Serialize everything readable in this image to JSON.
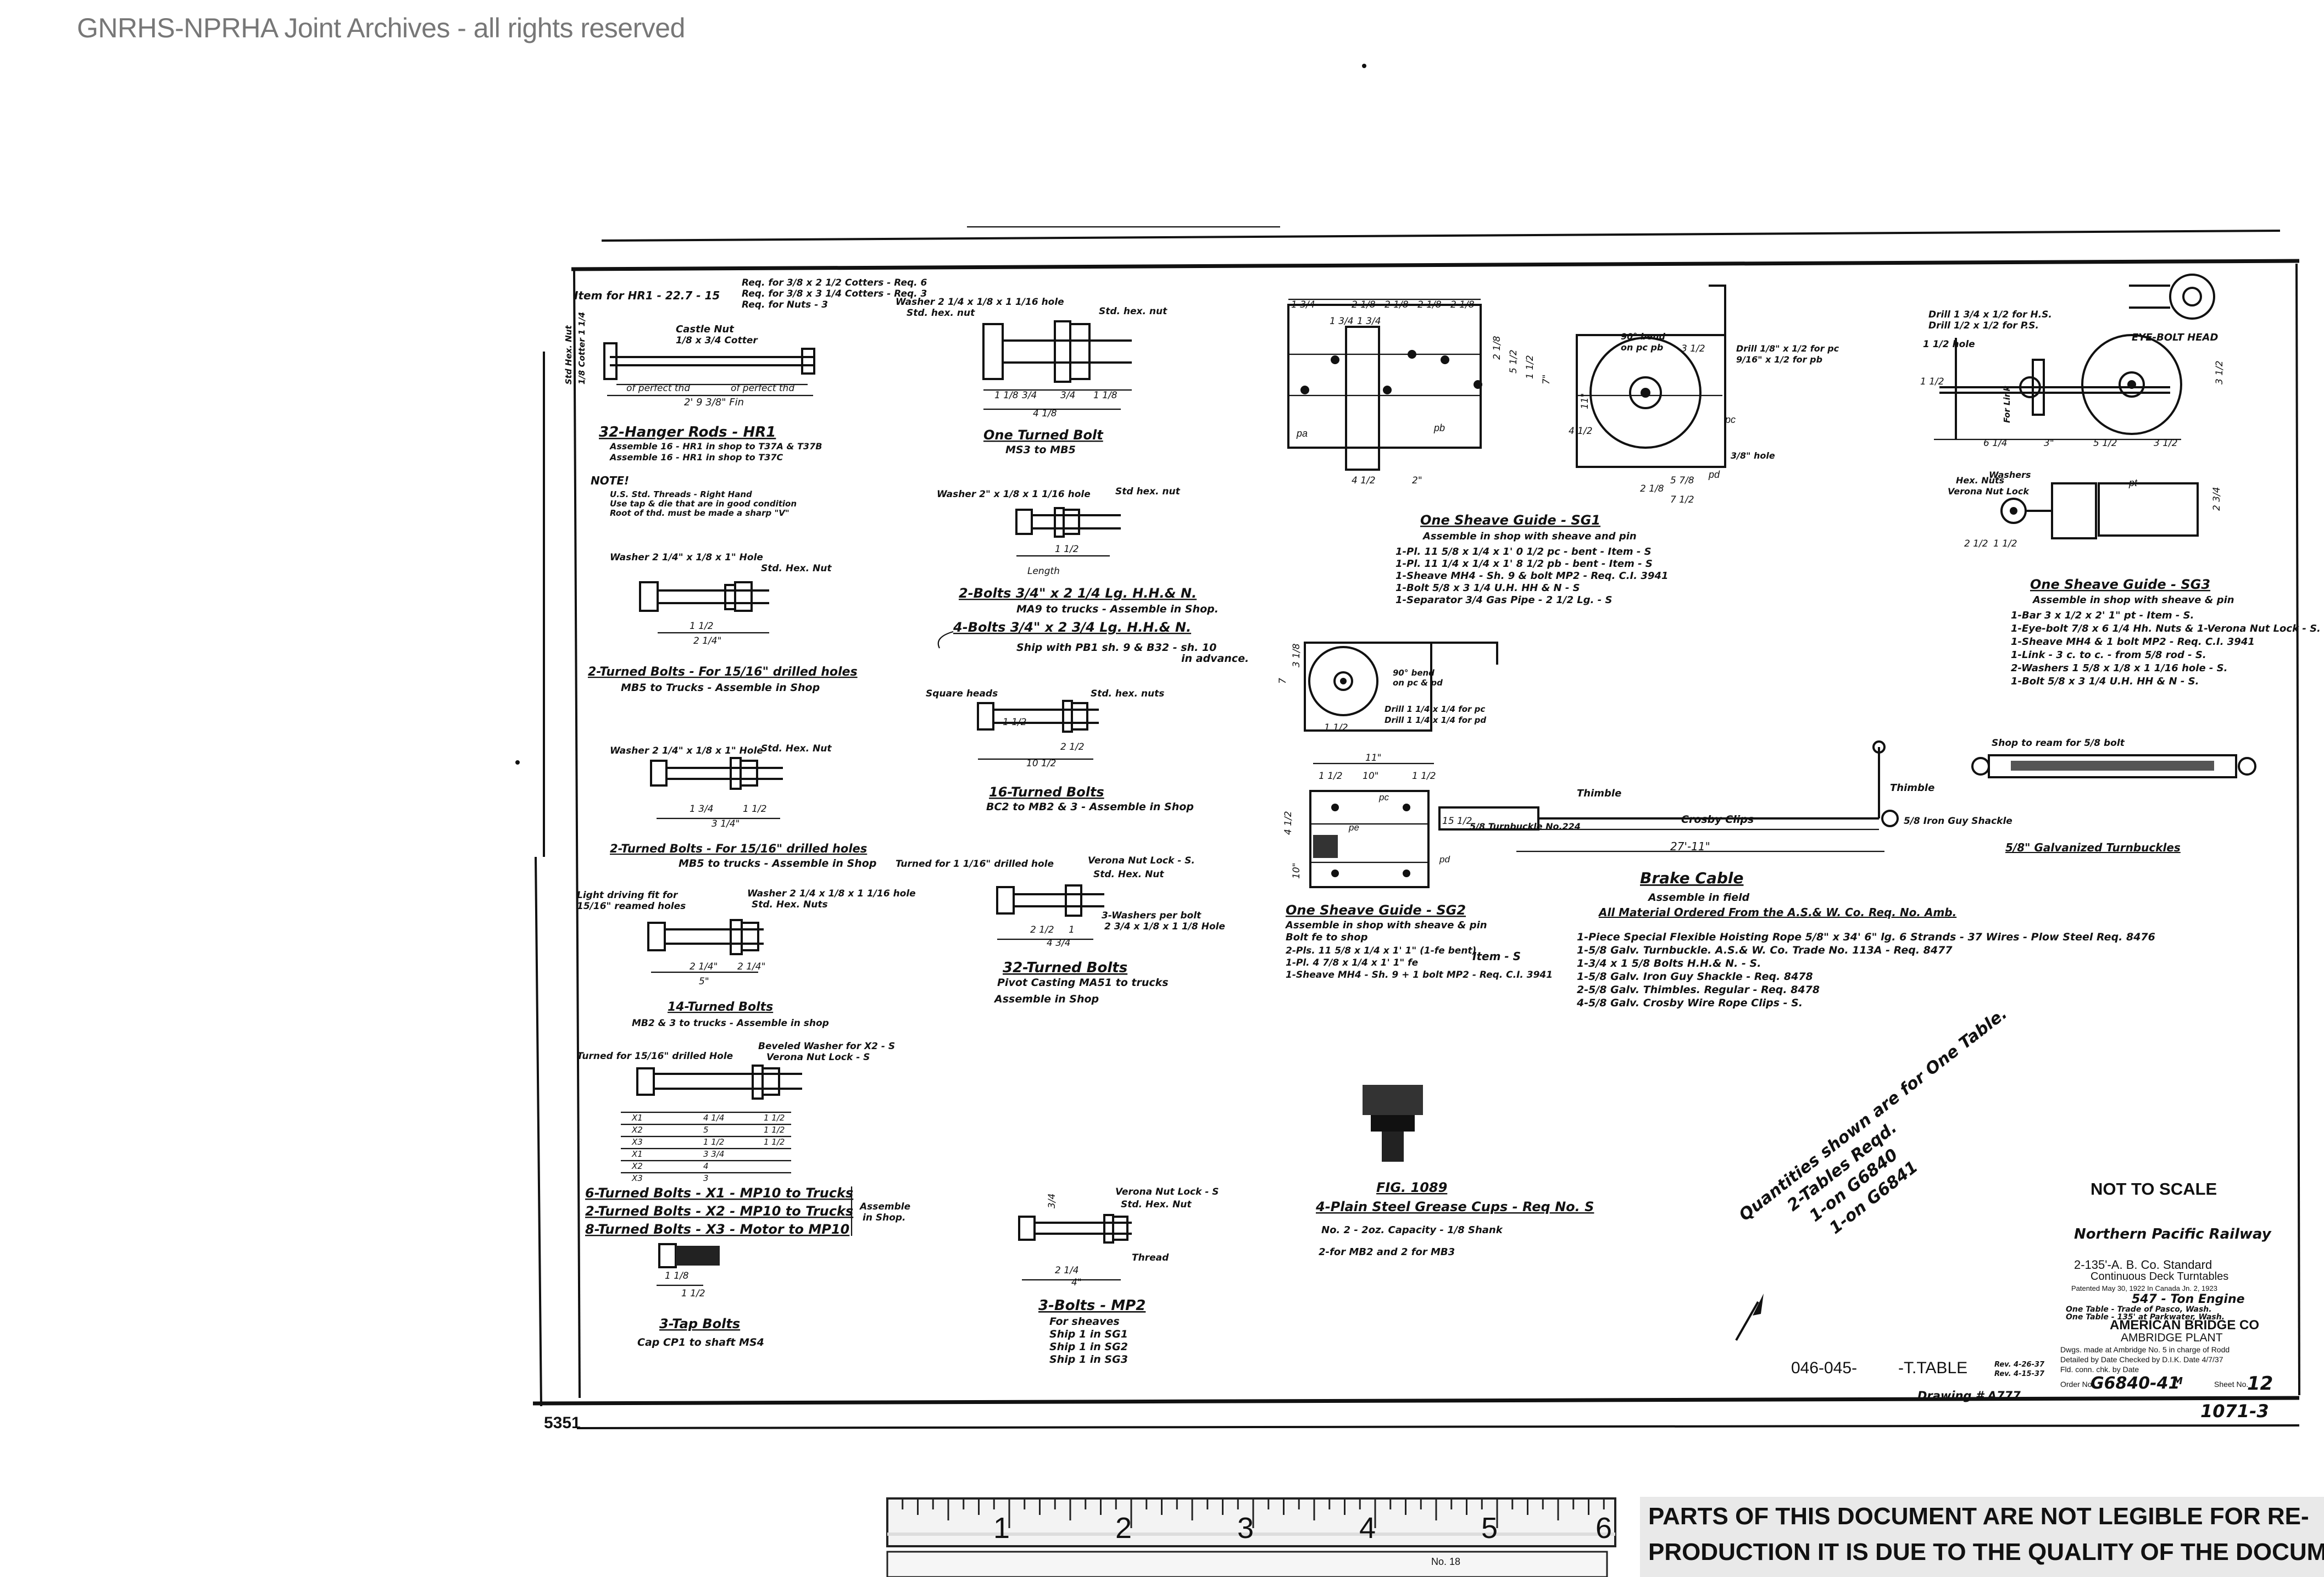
{
  "watermark": "GNRHS-NPRHA Joint Archives - all rights reserved",
  "col1": {
    "hanger": {
      "item": "Item for HR1 - 22.7 - 15",
      "note_req": [
        "Req. for 3/8 x 2 1/2 Cotters - Req. 6",
        "Req. for 3/8 x 3 1/4 Cotters - Req. 3",
        "Req. for Nuts - 3"
      ],
      "castle_nut": "Castle Nut",
      "cotter": "1/8 x 3/4 Cotter",
      "perfect1": "of perfect thd",
      "perfect2": "of perfect thd",
      "fin": "2' 9 3/8\" Fin",
      "side1": "Std Hex. Nut",
      "side2": "1/8 Cotter 1 1/4",
      "title": "32-Hanger Rods - HR1",
      "sub1": "Assemble 16 - HR1 in shop to T37A & T37B",
      "sub2": "Assemble 16 - HR1 in shop to T37C"
    },
    "note": {
      "head": "NOTE!",
      "l1": "U.S. Std. Threads - Right Hand",
      "l2": "Use tap & die that are in good condition",
      "l3": "Root of thd. must be made a sharp \"V\""
    },
    "b2a": {
      "washer": "Washer 2 1/4\" x 1/8 x 1\" Hole",
      "nut": "Std. Hex. Nut",
      "d1": "1 1/2",
      "d2": "2 1/4\"",
      "title": "2-Turned Bolts - For 15/16\" drilled holes",
      "sub": "MB5 to Trucks - Assemble in Shop"
    },
    "b2b": {
      "washer": "Washer 2 1/4\" x 1/8 x 1\" Hole",
      "nut": "Std. Hex. Nut",
      "d1": "1 3/4",
      "d2": "1 1/2",
      "d3": "3 1/4\"",
      "title": "2-Turned Bolts - For 15/16\" drilled holes",
      "sub": "MB5 to trucks - Assemble in Shop"
    },
    "b14": {
      "fit": "Light driving fit for",
      "fit2": "15/16\" reamed holes",
      "washer": "Washer 2 1/4 x 1/8 x 1 1/16 hole",
      "nut": "Std. Hex. Nuts",
      "d1": "2 1/4\"",
      "d2": "2 1/4\"",
      "d3": "5\"",
      "title": "14-Turned Bolts",
      "sub": "MB2 & 3 to trucks - Assemble in shop"
    },
    "bX": {
      "turned": "Turned for 15/16\" drilled Hole",
      "bev": "Beveled Washer for X2 - S",
      "ver": "Verona Nut Lock - S",
      "rows": [
        [
          "X1",
          "4 1/4",
          "1 1/2"
        ],
        [
          "X2",
          "5",
          "1 1/2"
        ],
        [
          "X3",
          "1 1/2",
          "1 1/2"
        ],
        [
          "X1",
          "3 3/4",
          ""
        ],
        [
          "X2",
          "4",
          ""
        ],
        [
          "X3",
          "3",
          ""
        ]
      ],
      "t1": "6-Turned Bolts - X1 - MP10 to Trucks",
      "t2": "2-Turned Bolts - X2 - MP10 to Trucks",
      "t3": "8-Turned Bolts - X3 - Motor to MP10",
      "assemble": "Assemble",
      "inshop": "in Shop."
    },
    "tap": {
      "d1": "1 1/8",
      "d2": "1 1/2",
      "title": "3-Tap Bolts",
      "sub": "Cap CP1 to shaft MS4"
    }
  },
  "col2": {
    "one": {
      "washer": "Washer 2 1/4 x 1/8 x 1 1/16 hole",
      "std": "Std. hex. nut",
      "std2": "Std. hex. nut",
      "d1": "1 1/8",
      "d2": "3/4",
      "d3": "3/4",
      "d4": "1 1/8",
      "d5": "4 1/8",
      "title": "One Turned Bolt",
      "sub": "MS3 to MB5"
    },
    "hhn": {
      "washer": "Washer 2\" x 1/8 x 1 1/16 hole",
      "nut": "Std hex. nut",
      "d1": "1 1/2",
      "d2": "Length",
      "t1": "2-Bolts 3/4\" x 2 1/4 Lg. H.H.& N.",
      "s1": "MA9 to trucks - Assemble in Shop.",
      "t2": "4-Bolts 3/4\" x 2 3/4 Lg. H.H.& N.",
      "s2": "Ship with PB1 sh. 9 & B32 - sh. 10",
      "s3": "in advance."
    },
    "b16": {
      "sq": "Square heads",
      "nuts": "Std. hex. nuts",
      "d1": "1 1/2",
      "d2": "2 1/2",
      "d3": "10 1/2",
      "title": "16-Turned Bolts",
      "sub": "BC2 to MB2 & 3 - Assemble in Shop"
    },
    "b32": {
      "turned": "Turned for 1 1/16\" drilled hole",
      "ver": "Verona Nut Lock - S.",
      "nut": "Std. Hex. Nut",
      "wash": "3-Washers per bolt",
      "wash2": "2 3/4 x 1/8 x 1 1/8 Hole",
      "d1": "2 1/2",
      "d2": "1",
      "d3": "4 3/4",
      "title": "32-Turned Bolts",
      "sub1": "Pivot Casting MA51 to trucks",
      "sub2": "Assemble in Shop"
    },
    "mp2": {
      "ver": "Verona Nut Lock - S",
      "nut": "Std. Hex. Nut",
      "thread": "Thread",
      "d1": "2 1/4",
      "d2": "4\"",
      "d3": "3/4",
      "title": "3-Bolts - MP2",
      "s0": "For sheaves",
      "s1": "Ship 1 in SG1",
      "s2": "Ship 1 in SG2",
      "s3": "Ship 1 in SG3"
    }
  },
  "sg1": {
    "bend": "90° bend",
    "bend2": "on pc pb",
    "drill": "Drill 1/8\" x 1/2 for pc",
    "drill2": "9/16\" x 1/2 for pb",
    "hole": "3/8\" hole",
    "pa": "pa",
    "pb": "pb",
    "pc": "pc",
    "pd": "pd",
    "dims": [
      "1 3/4",
      "2 1/8",
      "2 1/8",
      "2 1/8",
      "2 1/8",
      "1 3/4",
      "1 3/4",
      "2 1/8",
      "5 1/2",
      "1 1/2",
      "7\"",
      "4 1/2",
      "2\"",
      "3 1/2",
      "11\"",
      "4 1/2",
      "2 1/8",
      "5 7/8",
      "7 1/2"
    ],
    "title": "One Sheave Guide - SG1",
    "sub": "Assemble in shop with sheave and pin",
    "items": [
      "1-Pl. 11 5/8 x 1/4 x 1' 0 1/2 pc - bent - Item - S",
      "1-Pl. 11 1/4 x 1/4 x 1' 8 1/2 pb - bent - Item - S",
      "1-Sheave MH4 - Sh. 9 & bolt MP2 - Req. C.I. 3941",
      "1-Bolt 5/8 x 3 1/4 U.H. HH & N - S",
      "1-Separator 3/4 Gas Pipe - 2 1/2 Lg. - S"
    ]
  },
  "sg3": {
    "eye": "EYE-BOLT HEAD",
    "drill1": "Drill 1 3/4 x 1/2 for H.S.",
    "drill2": "Drill 1/2 x 1/2 for P.S.",
    "hole": "1 1/2 hole",
    "hex": "Hex. Nuts",
    "ver": "Verona Nut Lock",
    "washers": "Washers",
    "link": "For Link",
    "pt": "pt",
    "dims": [
      "6 1/4",
      "3\"",
      "5 1/2",
      "3 1/2",
      "3 1/2",
      "1 1/2",
      "2 3/4",
      "2 1/2",
      "1 1/2"
    ],
    "title": "One Sheave Guide - SG3",
    "sub": "Assemble in shop with sheave & pin",
    "items": [
      "1-Bar 3 x 1/2 x 2' 1\" pt - Item - S.",
      "1-Eye-bolt 7/8 x 6 1/4 Hh. Nuts & 1-Verona Nut Lock - S.",
      "1-Sheave MH4 & 1 bolt MP2 - Req. C.I. 3941",
      "1-Link - 3 c. to c. - from 5/8 rod - S.",
      "2-Washers 1 5/8 x 1/8 x 1 1/16 hole - S.",
      "1-Bolt 5/8 x 3 1/4 U.H. HH & N - S."
    ]
  },
  "sg2": {
    "bend": "90° bend",
    "bend2": "on pc & pd",
    "drill": "Drill 1 1/4 x 1/4 for pc",
    "drill2": "Drill 1 1/4 x 1/4 for pd",
    "pe": "pe",
    "pc": "pc",
    "pd": "pd",
    "dims": [
      "7",
      "3 1/8",
      "1 1/2",
      "11\"",
      "1 1/2",
      "10\"",
      "1 1/2",
      "15 1/2",
      "4 1/2",
      "10\""
    ],
    "title": "One Sheave Guide - SG2",
    "sub": "Assemble in shop with sheave & pin",
    "sub2": "Bolt fe to shop",
    "items": [
      "2-Pls. 11 5/8 x 1/4 x 1' 1\" (1-fe bent)",
      "1-Pl. 4 7/8 x 1/4 x 1' 1\" fe",
      "1-Sheave MH4 - Sh. 9 + 1 bolt MP2 - Req. C.I. 3941"
    ],
    "item": "Item - S"
  },
  "brake": {
    "turnbuckle": "5/8 Turnbuckle No.224",
    "thimble": "Thimble",
    "thimble2": "Thimble",
    "crosby": "Crosby Clips",
    "length": "27'-11\"",
    "shackle": "5/8 Iron Guy Shackle",
    "shop": "Shop to ream for 5/8 bolt",
    "galv": "5/8\" Galvanized Turnbuckles",
    "title": "Brake Cable",
    "sub": "Assemble in field",
    "sub2": "All Material Ordered From the A.S.& W. Co. Req. No.     Amb.",
    "items": [
      "1-Piece     Special Flexible Hoisting Rope 5/8\" x 34' 6\" lg. 6 Strands - 37 Wires - Plow Steel  Req. 8476",
      "1-5/8 Galv. Turnbuckle.  A.S.& W. Co. Trade No. 113A - Req. 8477",
      "1-3/4 x 1 5/8 Bolts H.H.& N. - S.",
      "1-5/8 Galv. Iron Guy Shackle - Req. 8478",
      "2-5/8 Galv. Thimbles. Regular - Req. 8478",
      "4-5/8 Galv. Crosby Wire Rope Clips - S."
    ]
  },
  "grease": {
    "fig": "FIG. 1089",
    "title": "4-Plain Steel Grease Cups - Req No. S",
    "sub": "No. 2 - 2oz. Capacity - 1/8 Shank",
    "sub2": "2-for MB2 and 2 for MB3"
  },
  "qty": {
    "l1": "Quantities shown are for One Table.",
    "l2": "2-Tables Reqd.",
    "l3": "1-on G6840",
    "l4": "1-on G6841"
  },
  "title_block": {
    "not_to_scale": "NOT TO SCALE",
    "railway": "Northern Pacific Railway",
    "std": "2-135'-A. B. Co. Standard",
    "std2": "Continuous Deck Turntables",
    "patent": "Patented May 30, 1922        In Canada Jn. 2, 1923",
    "engine": "547 - Ton Engine",
    "one1": "One Table - Trade of Pasco, Wash.",
    "one2": "One Table - 135' at Parkwater, Wash.",
    "company": "AMERICAN BRIDGE CO",
    "plant": "AMBRIDGE PLANT",
    "made": "Dwgs. made at Ambridge No. 5 in charge of Rodd",
    "detailed": "Detailed by          Date          Checked by D.I.K. Date 4/7/37",
    "field": "Fld. conn. chk. by          Date",
    "order_label": "Order No.",
    "order": "G6840-41",
    "m": "M",
    "sheet_label": "Sheet No.",
    "sheet": "12",
    "ref": "046-045-",
    "table": "-T.TABLE",
    "rev": "Rev. 4-26-37",
    "rev2": "Rev. 4-15-37",
    "drawing": "Drawing # A777",
    "num": "1071-3",
    "stamp": "5351"
  },
  "ruler": {
    "labels": [
      "1",
      "2",
      "3",
      "4",
      "5",
      "6"
    ],
    "maker": "No. 18",
    "notice1": "PARTS OF THIS DOCUMENT ARE NOT LEGIBLE FOR RE-",
    "notice2": "PRODUCTION IT IS DUE TO THE QUALITY OF THE DOCUMENT."
  }
}
